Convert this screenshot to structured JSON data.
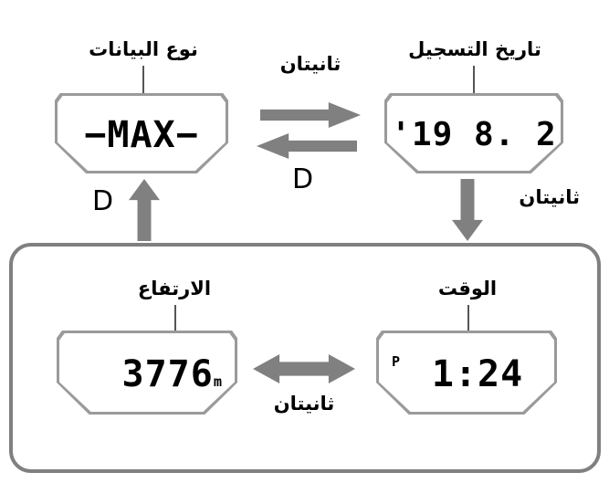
{
  "diagram": {
    "title_semantics": "watch-display-mode-transition-diagram",
    "colors": {
      "arrow_gray": "#808080",
      "lcd_border_gray": "#9a9a9a",
      "panel_gray": "#808080",
      "leader_gray": "#555555",
      "text_black": "#000000",
      "background": "#ffffff"
    }
  },
  "displays": {
    "data_type": {
      "caption": "نوع البيانات",
      "value": "−MAX−",
      "flag": ""
    },
    "record_date": {
      "caption": "تاريخ التسجيل",
      "value": "'19 8. 2",
      "flag": ""
    },
    "altitude": {
      "caption": "الارتفاع",
      "value": "3776",
      "unit": "m",
      "flag": ""
    },
    "time": {
      "caption": "الوقت",
      "value": "1:24",
      "flag": "P"
    }
  },
  "transitions": {
    "top_right_arrow": {
      "label": "ثانيتان",
      "direction": "right"
    },
    "top_left_arrow": {
      "label": "D",
      "direction": "left"
    },
    "left_up_arrow": {
      "label": "D",
      "direction": "up"
    },
    "right_down_arrow": {
      "label": "ثانيتان",
      "direction": "down"
    },
    "bottom_bidirectional_arrow": {
      "label": "ثانيتان",
      "direction": "both"
    }
  }
}
